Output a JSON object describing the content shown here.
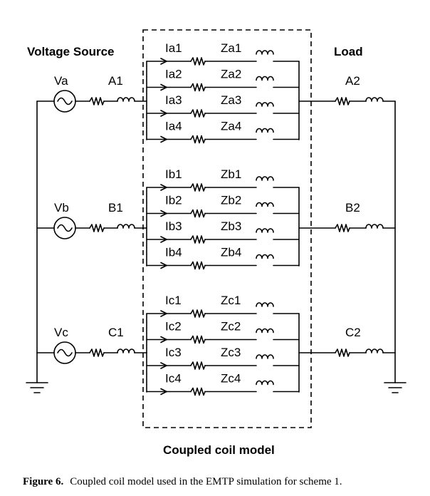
{
  "headings": {
    "source": "Voltage Source",
    "load": "Load",
    "model": "Coupled coil model"
  },
  "caption": {
    "label": "Figure 6.",
    "text": "Coupled coil model used in the EMTP simulation for scheme 1."
  },
  "phases": [
    {
      "source": "Va",
      "line": "A1",
      "load": "A2",
      "branches": [
        {
          "current": "Ia1",
          "impedance": "Za1"
        },
        {
          "current": "Ia2",
          "impedance": "Za2"
        },
        {
          "current": "Ia3",
          "impedance": "Za3"
        },
        {
          "current": "Ia4",
          "impedance": "Za4"
        }
      ]
    },
    {
      "source": "Vb",
      "line": "B1",
      "load": "B2",
      "branches": [
        {
          "current": "Ib1",
          "impedance": "Zb1"
        },
        {
          "current": "Ib2",
          "impedance": "Zb2"
        },
        {
          "current": "Ib3",
          "impedance": "Zb3"
        },
        {
          "current": "Ib4",
          "impedance": "Zb4"
        }
      ]
    },
    {
      "source": "Vc",
      "line": "C1",
      "load": "C2",
      "branches": [
        {
          "current": "Ic1",
          "impedance": "Zc1"
        },
        {
          "current": "Ic2",
          "impedance": "Zc2"
        },
        {
          "current": "Ic3",
          "impedance": "Zc3"
        },
        {
          "current": "Ic4",
          "impedance": "Zc4"
        }
      ]
    }
  ]
}
